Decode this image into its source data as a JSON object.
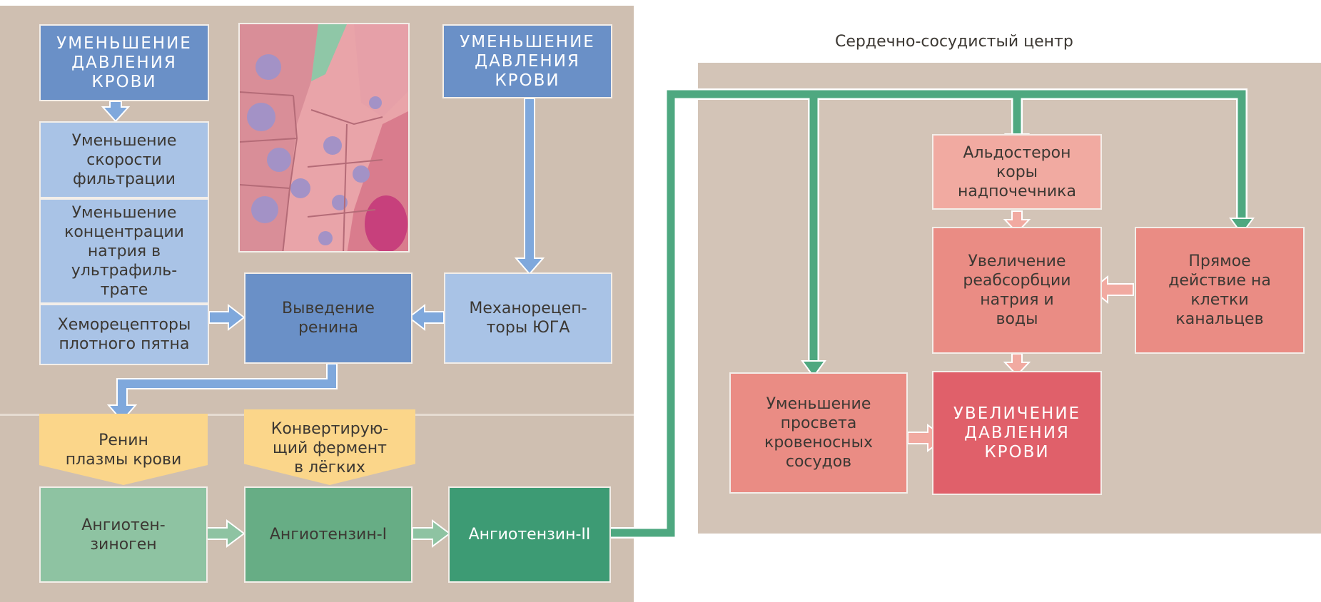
{
  "title": "Сердечно-сосудистый центр",
  "colors": {
    "panel_left": "#cfbfb1",
    "panel_right": "#d3c4b7",
    "blue_dark": "#6a90c7",
    "blue_mid": "#8caedd",
    "blue_light": "#a9c3e6",
    "yellow": "#fbd68a",
    "green_light": "#8ec3a2",
    "green_mid": "#67ad85",
    "green_dark": "#3d9b74",
    "green_arrow": "#4ea880",
    "blue_arrow": "#7fa8dc",
    "pink_light": "#f1aaa1",
    "pink_mid": "#ea8c84",
    "pink_dark": "#e0606a"
  },
  "left": {
    "decrease_bp_left": "УМЕНЬШЕНИЕ\nДАВЛЕНИЯ\nКРОВИ",
    "decrease_bp_right": "УМЕНЬШЕНИЕ\nДАВЛЕНИЯ\nКРОВИ",
    "filtration": "Уменьшение\nскорости\nфильтрации",
    "sodium": "Уменьшение\nконцентрации\nнатрия в\nультрафиль-\nтрате",
    "chemoreceptors": "Хеморецепторы\nплотного пятна",
    "renin_release": "Выведение\nренина",
    "mechanoreceptors": "Механорецеп-\nторы ЮГА",
    "plasma_renin": "Ренин\nплазмы крови",
    "converting_enzyme": "Конвертирую-\nщий фермент\nв лёгких",
    "angiotensinogen": "Ангиотен-\nзиноген",
    "angiotensin1": "Ангиотензин-I",
    "angiotensin2": "Ангиотензин-II"
  },
  "right": {
    "aldosterone": "Альдостерон\nкоры\nнадпочечника",
    "reabsorption": "Увеличение\nреабсорбции\nнатрия и\nводы",
    "direct_action": "Прямое\nдействие на\nклетки\nканальцев",
    "vasoconstriction": "Уменьшение\nпросвета\nкровеносных\nсосудов",
    "increase_bp": "УВЕЛИЧЕНИЕ\nДАВЛЕНИЯ\nКРОВИ"
  }
}
